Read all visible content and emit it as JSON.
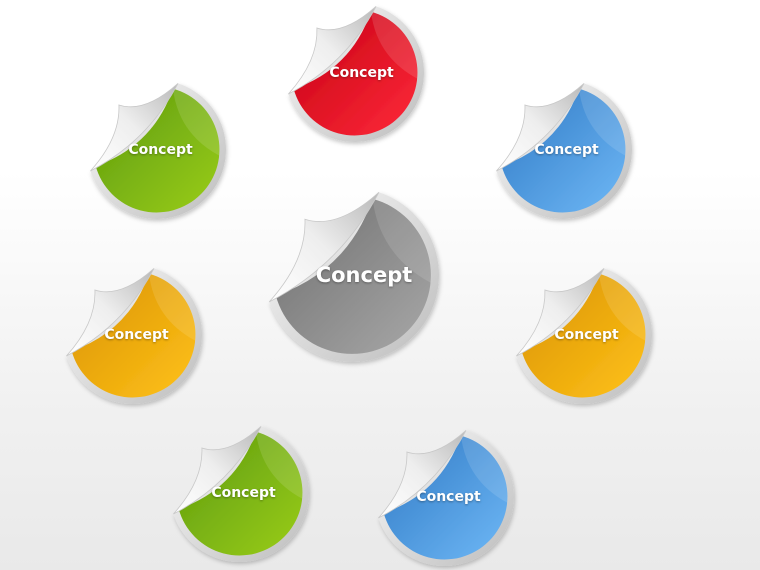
{
  "center": {
    "label": "Concept",
    "color_light": "#a8a8a8",
    "color_dark": "#6f6f6f"
  },
  "stickers": [
    {
      "id": "top",
      "label": "Concept",
      "color_light": "#ff2a3a",
      "color_dark": "#c40012"
    },
    {
      "id": "upper-left",
      "label": "Concept",
      "color_light": "#9acd1a",
      "color_dark": "#5c9a0c"
    },
    {
      "id": "upper-right",
      "label": "Concept",
      "color_light": "#6fb8f6",
      "color_dark": "#2f79c4"
    },
    {
      "id": "middle-left",
      "label": "Concept",
      "color_light": "#ffc21a",
      "color_dark": "#d99200"
    },
    {
      "id": "middle-right",
      "label": "Concept",
      "color_light": "#ffc21a",
      "color_dark": "#d99200"
    },
    {
      "id": "bottom-left",
      "label": "Concept",
      "color_light": "#9acd1a",
      "color_dark": "#5c9a0c"
    },
    {
      "id": "bottom-right",
      "label": "Concept",
      "color_light": "#6fb8f6",
      "color_dark": "#2f79c4"
    }
  ]
}
